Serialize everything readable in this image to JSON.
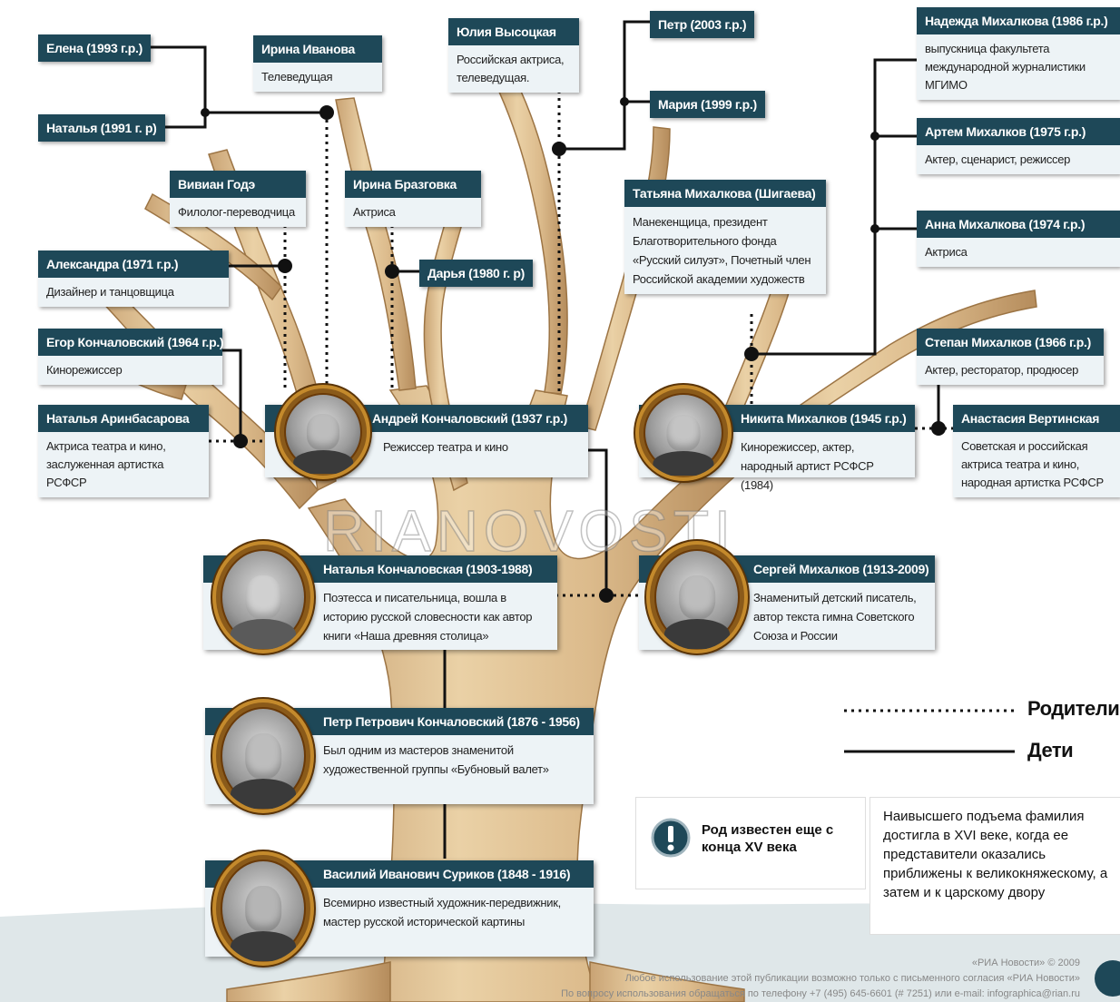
{
  "people": {
    "elena": {
      "name": "Елена (1993 г.р.)"
    },
    "natalya_1991": {
      "name": "Наталья (1991 г. р)"
    },
    "irina_ivanova": {
      "name": "Ирина Иванова",
      "desc": "Телеведущая"
    },
    "vivian": {
      "name": "Вивиан Годэ",
      "desc": "Филолог-переводчица"
    },
    "irina_b": {
      "name": "Ирина Бразговка",
      "desc": "Актриса"
    },
    "alexandra": {
      "name": "Александра (1971 г.р.)",
      "desc": "Дизайнер и танцовщица"
    },
    "darya": {
      "name": "Дарья (1980 г. р)"
    },
    "egor": {
      "name": "Егор Кончаловский (1964 г.р.)",
      "desc": "Кинорежиссер"
    },
    "arinbasarova": {
      "name": "Наталья Аринбасарова",
      "desc": "Актриса театра и кино, заслуженная артистка РСФСР"
    },
    "andrei": {
      "name": "Андрей Кончаловский (1937 г.р.)",
      "desc": "Режиссер театра и кино"
    },
    "yulia": {
      "name": "Юлия Высоцкая",
      "desc": "Российская актриса, телеведущая."
    },
    "petr_2003": {
      "name": "Петр (2003 г.р.)"
    },
    "maria": {
      "name": "Мария (1999 г.р.)"
    },
    "tatyana": {
      "name": "Татьяна Михалкова (Шигаева)",
      "desc": "Манекенщица, президент Благотворительного фонда «Русский силуэт», Почетный член Российской академии художеств"
    },
    "nadezhda": {
      "name": "Надежда Михалкова (1986  г.р.)",
      "desc": "выпускница факультета международной журналистики МГИМО"
    },
    "artem": {
      "name": "Артем  Михалков (1975 г.р.)",
      "desc": "Актер, сценарист, режиссер"
    },
    "anna": {
      "name": "Анна Михалкова  (1974 г.р.)",
      "desc": "Актриса"
    },
    "stepan": {
      "name": "Степан Михалков  (1966 г.р.)",
      "desc": "Актер, ресторатор, продюсер"
    },
    "nikita": {
      "name": "Никита Михалков (1945 г.р.)",
      "desc": "Кинорежиссер, актер, народный артист РСФСР (1984)"
    },
    "vertinskaya": {
      "name": "Анастасия Вертинская",
      "desc": "Советская и российская актриса театра и кино, народная артистка РСФСР"
    },
    "konchalovskaya": {
      "name": "Наталья Кончаловская (1903-1988)",
      "desc": "Поэтесса и писательница, вошла в историю русской словесности как автор книги «Наша древняя столица»"
    },
    "sergei": {
      "name": "Сергей Михалков (1913-2009)",
      "desc": "Знаменитый детский писатель, автор текста гимна Советского Союза и России"
    },
    "petr_petrovich": {
      "name": "Петр Петрович Кончаловский (1876 - 1956)",
      "desc": "Был одним из мастеров знаменитой художественной группы «Бубновый валет»"
    },
    "surikov": {
      "name": "Василий Иванович Суриков (1848 - 1916)",
      "desc": "Всемирно известный художник-передвижник, мастер русской исторической картины"
    }
  },
  "legend": {
    "parents": "Родители",
    "children": "Дети"
  },
  "note_left": "Род известен еще с конца XV века",
  "note_right": "Наивысшего подъема фамилия достигла в XVI веке, когда ее представители оказались приближены к великокняжескому, а затем и к царскому двору",
  "watermark": "RIANOVOSTI",
  "credit": {
    "line1": "«РИА Новости» © 2009",
    "line2": "Любое использование этой публикации возможно только с письменного согласия «РИА Новости»",
    "line3": "По вопросу использования обращаться по телефону +7 (495) 645-6601 (# 7251) или e-mail: infographica@rian.ru"
  },
  "colors": {
    "header": "#1e4858",
    "card": "#edf3f6",
    "trunk": "#d9b88a",
    "ground": "#dfe7e9"
  },
  "icons": {
    "info": "exclamation-icon",
    "brand": "ria-logo-icon"
  }
}
